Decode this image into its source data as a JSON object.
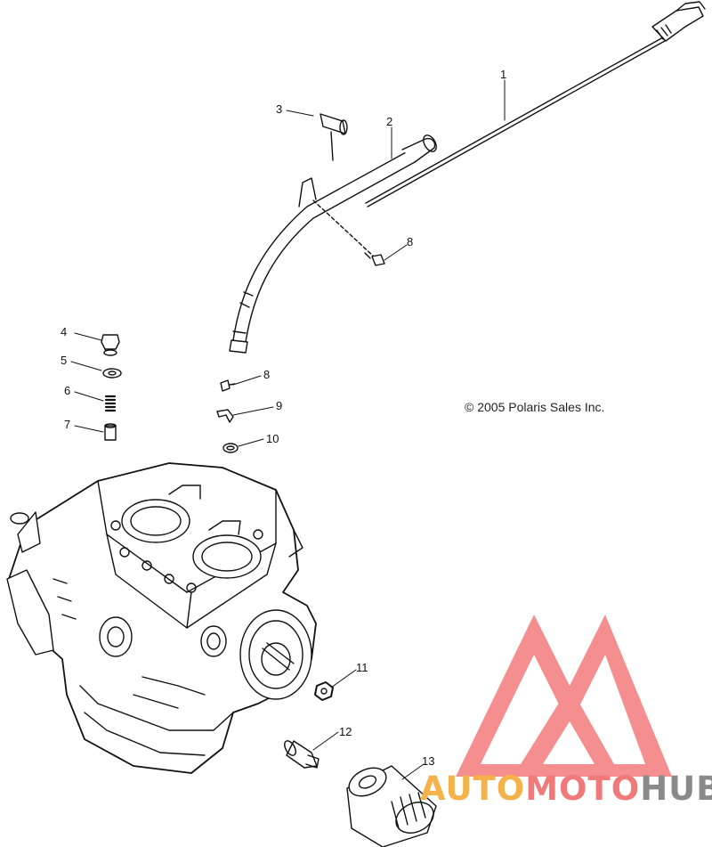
{
  "diagram": {
    "callouts": [
      {
        "id": "1",
        "label": "1"
      },
      {
        "id": "2",
        "label": "2"
      },
      {
        "id": "3",
        "label": "3"
      },
      {
        "id": "4",
        "label": "4"
      },
      {
        "id": "5",
        "label": "5"
      },
      {
        "id": "6",
        "label": "6"
      },
      {
        "id": "7",
        "label": "7"
      },
      {
        "id": "8a",
        "label": "8"
      },
      {
        "id": "8b",
        "label": "8"
      },
      {
        "id": "9",
        "label": "9"
      },
      {
        "id": "10",
        "label": "10"
      },
      {
        "id": "11",
        "label": "11"
      },
      {
        "id": "12",
        "label": "12"
      },
      {
        "id": "13",
        "label": "13"
      }
    ],
    "copyright": "© 2005 Polaris Sales Inc."
  },
  "watermark": {
    "part1": "AUTO",
    "part2": "MOTO",
    "part3": "HUB",
    "colors": {
      "auto": "#f5b24a",
      "moto": "#f07a7a",
      "hub": "#8a8a8a",
      "logo": "#f47c7c"
    }
  }
}
